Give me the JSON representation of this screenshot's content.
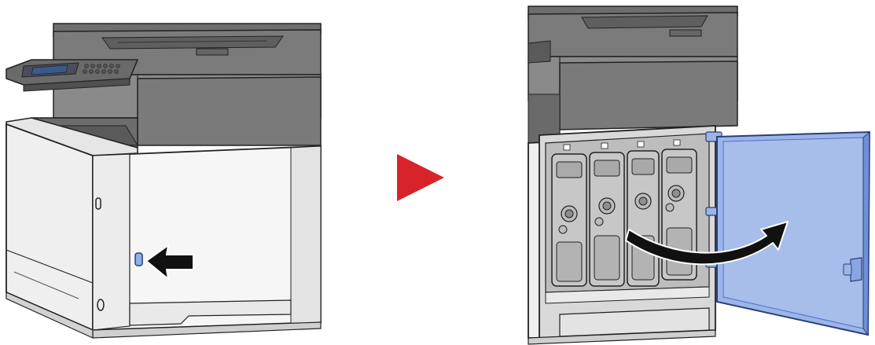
{
  "colors": {
    "body_gray": "#767676",
    "body_gray_dark": "#4a4a4a",
    "body_gray_mid": "#8a8a8a",
    "panel_white": "#f7f7f7",
    "panel_shade": "#e6e6e6",
    "outline": "#222222",
    "arrow_red": "#d8232a",
    "door_blue": "#9db5e6",
    "door_blue_dark": "#4b6fc9",
    "release_button": "#8fb0ea",
    "toner_gray": "#c7c7c7",
    "toner_dark": "#8f8f8f",
    "pointer_black": "#111111"
  },
  "icons": {
    "step_arrow": "red-triangle-right-icon",
    "push_pointer": "black-arrow-left-icon",
    "swing_arrow": "curved-arrow-right-icon"
  },
  "steps": [
    {
      "illustration": "printer-closed",
      "action": "press-release-button"
    },
    {
      "illustration": "printer-front-cover-open",
      "action": "open-front-cover"
    }
  ]
}
